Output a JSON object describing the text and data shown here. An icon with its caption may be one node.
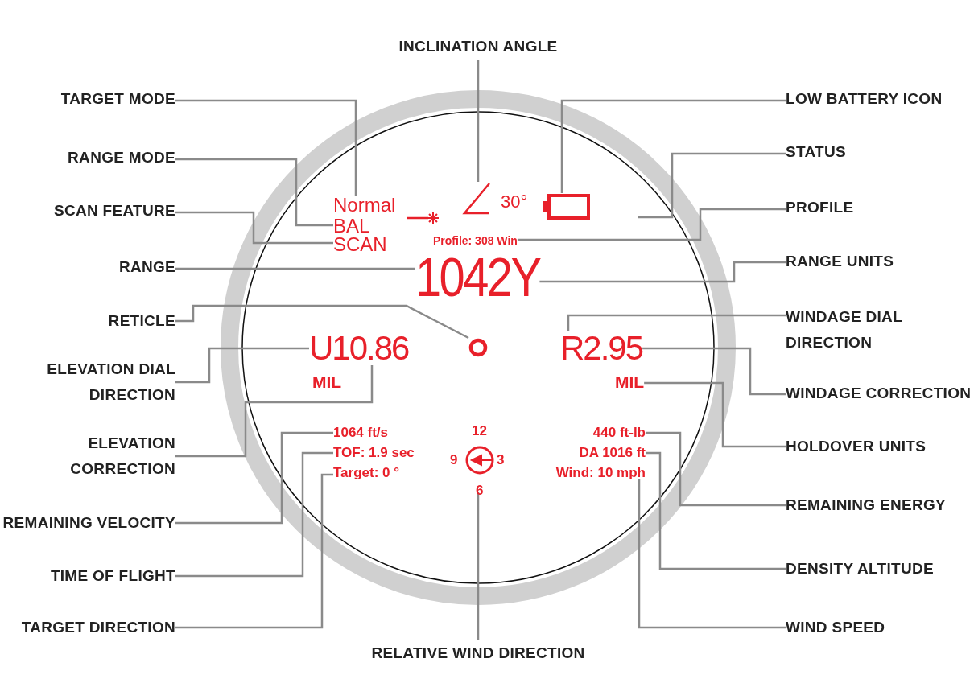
{
  "diagram": {
    "nodes": [
      {
        "text": [
          "INCLINATION ANGLE"
        ]
      },
      {
        "text": [
          "TARGET MODE"
        ]
      },
      {
        "text": [
          "LOW BATTERY ICON"
        ]
      },
      {
        "text": [
          "RANGE MODE"
        ]
      },
      {
        "text": [
          "STATUS"
        ]
      },
      {
        "text": [
          "SCAN FEATURE"
        ]
      },
      {
        "text": [
          "PROFILE"
        ]
      },
      {
        "text": [
          "RANGE"
        ]
      },
      {
        "text": [
          "RANGE UNITS"
        ]
      },
      {
        "text": [
          "RETICLE"
        ]
      },
      {
        "text": [
          "WINDAGE DIAL DIRECTION"
        ]
      },
      {
        "text": [
          "ELEVATION DIAL DIRECTION"
        ]
      },
      {
        "text": [
          "WINDAGE CORRECTION"
        ]
      },
      {
        "text": [
          "ELEVATION CORRECTION"
        ]
      },
      {
        "text": [
          "HOLDOVER UNITS"
        ]
      },
      {
        "text": [
          "REMAINING VELOCITY"
        ]
      },
      {
        "text": [
          "REMAINING ENERGY"
        ]
      },
      {
        "text": [
          "TIME OF FLIGHT"
        ]
      },
      {
        "text": [
          "DENSITY ALTITUDE"
        ]
      },
      {
        "text": [
          "TARGET DIRECTION"
        ]
      },
      {
        "text": [
          "WIND SPEED"
        ]
      },
      {
        "text": [
          "RELATIVE WIND DIRECTION"
        ]
      },
      {
        "text": [
          "Normal"
        ]
      },
      {
        "text": [
          "BAL"
        ]
      },
      {
        "text": [
          "SCAN"
        ]
      },
      {
        "text": [],
        "shape": "angle"
      },
      {
        "text": [],
        "shape": "battery"
      },
      {
        "text": [
          "Profile: 308 Win"
        ]
      },
      {
        "text": [
          "1042Y"
        ]
      },
      {
        "text": [],
        "shape": "circle"
      },
      {
        "text": [
          "U10.86"
        ]
      },
      {
        "text": [
          "R2.95"
        ]
      },
      {
        "text": [
          "MIL"
        ]
      },
      {
        "text": [
          "1064 ft/s"
        ]
      },
      {
        "text": [
          "TOF: 1.9 sec"
        ]
      },
      {
        "text": [
          "Target: 0 °"
        ]
      },
      {
        "text": [
          "440 ft-lb"
        ]
      },
      {
        "text": [
          "DA 1016 ft"
        ]
      },
      {
        "text": [
          "Wind: 10 mph"
        ]
      },
      {
        "text": [
          "12",
          "9",
          "3",
          "6"
        ]
      }
    ],
    "edges": [
      {
        "from": 0,
        "to": 25,
        "arrow": "none"
      },
      {
        "from": 1,
        "to": 22,
        "arrow": "none"
      },
      {
        "from": 2,
        "to": 26,
        "arrow": "none"
      },
      {
        "from": 3,
        "to": 23,
        "arrow": "none"
      },
      {
        "from": 4,
        "to": null,
        "arrow": "none"
      },
      {
        "from": 5,
        "to": 24,
        "arrow": "none"
      },
      {
        "from": 6,
        "to": 27,
        "arrow": "none"
      },
      {
        "from": 7,
        "to": 28,
        "arrow": "none"
      },
      {
        "from": 8,
        "to": 28,
        "arrow": "none"
      },
      {
        "from": 9,
        "to": 29,
        "arrow": "none"
      },
      {
        "from": 10,
        "to": 31,
        "arrow": "none"
      },
      {
        "from": 11,
        "to": 30,
        "arrow": "none"
      },
      {
        "from": 12,
        "to": 31,
        "arrow": "none"
      },
      {
        "from": 13,
        "to": 30,
        "arrow": "none"
      },
      {
        "from": 14,
        "to": 32,
        "arrow": "none"
      },
      {
        "from": 15,
        "to": 33,
        "arrow": "none"
      },
      {
        "from": 16,
        "to": 36,
        "arrow": "none"
      },
      {
        "from": 17,
        "to": 34,
        "arrow": "none"
      },
      {
        "from": 18,
        "to": 37,
        "arrow": "none"
      },
      {
        "from": 19,
        "to": 35,
        "arrow": "none"
      },
      {
        "from": 20,
        "to": 38,
        "arrow": "none"
      },
      {
        "from": 21,
        "to": 39,
        "arrow": "none"
      }
    ],
    "labels": [
      "30°",
      "MIL"
    ]
  }
}
